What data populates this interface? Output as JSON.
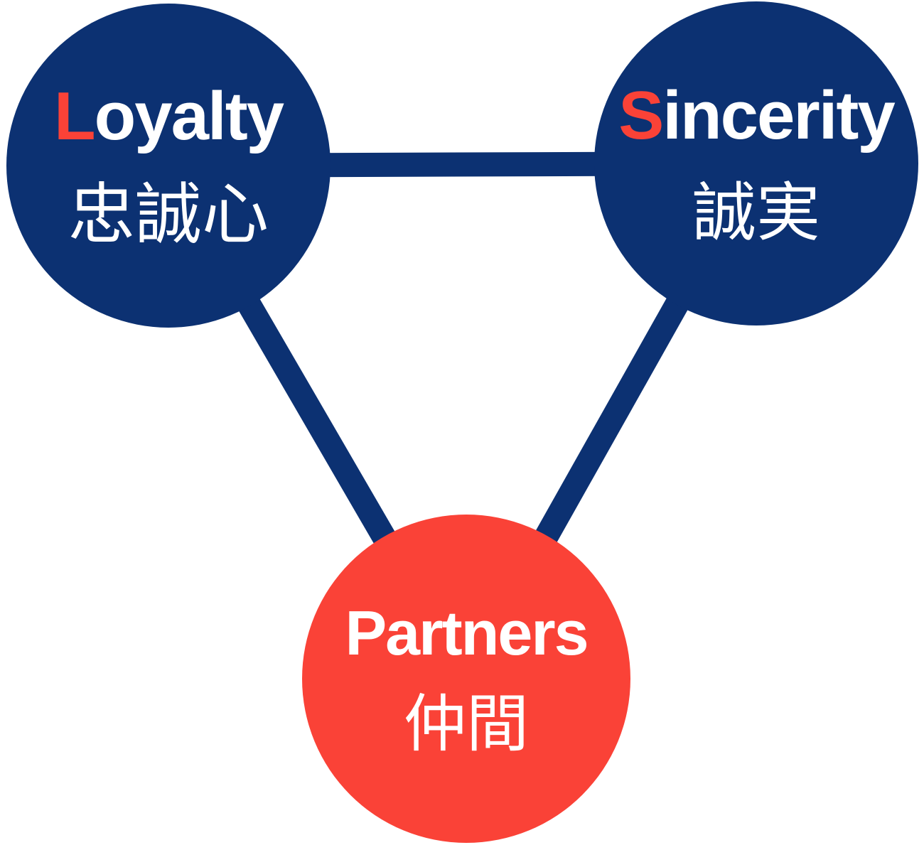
{
  "colors": {
    "navy": "#0c3172",
    "red": "#fa4237",
    "text": "#ffffff",
    "background": "#ffffff"
  },
  "nodes": [
    {
      "id": "loyalty",
      "label": "Loyalty",
      "label_initial": "L",
      "label_rest": "oyalty",
      "initial_color": "#fa4237",
      "japanese": "忠誠心",
      "fill": "#0c3172"
    },
    {
      "id": "sincerity",
      "label": "Sincerity",
      "label_initial": "S",
      "label_rest": "incerity",
      "initial_color": "#fa4237",
      "japanese": "誠実",
      "fill": "#0c3172"
    },
    {
      "id": "partners",
      "label": "Partners",
      "label_initial": "P",
      "label_rest": "artners",
      "initial_color": "#ffffff",
      "japanese": "仲間",
      "fill": "#fa4237"
    }
  ],
  "edges": [
    {
      "from": "loyalty",
      "to": "sincerity"
    },
    {
      "from": "loyalty",
      "to": "partners"
    },
    {
      "from": "sincerity",
      "to": "partners"
    }
  ]
}
